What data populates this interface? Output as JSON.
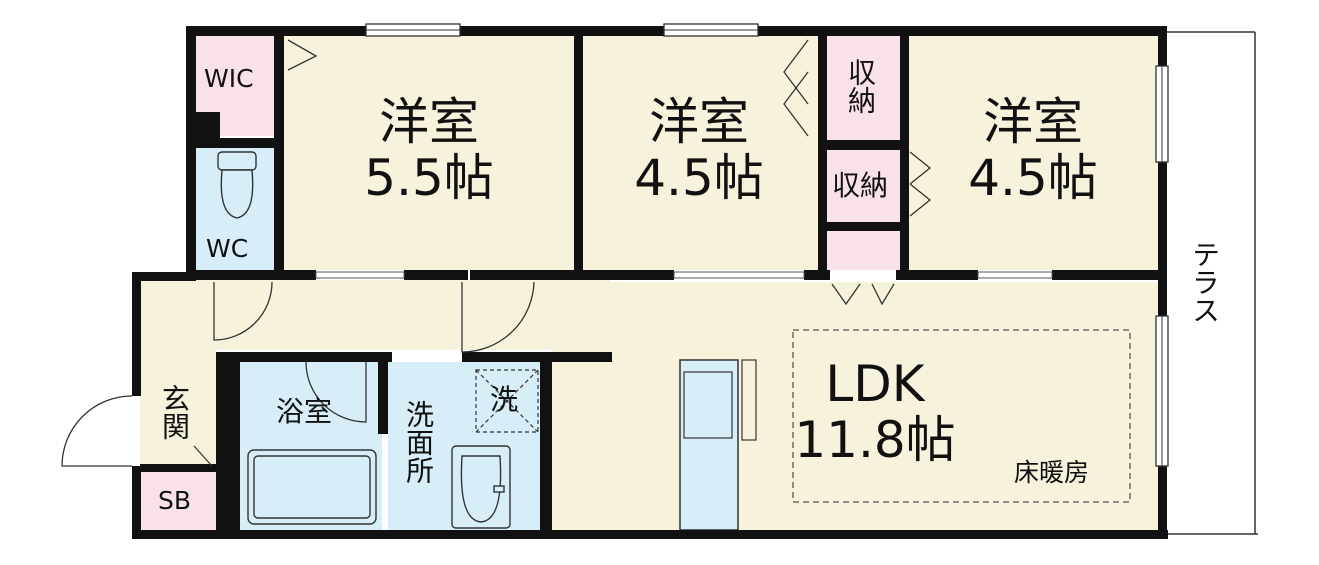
{
  "colors": {
    "wall": "#111111",
    "room_beige": "#f7f2dc",
    "wet_blue": "#d7eef8",
    "storage_pink": "#f9e1ea",
    "background": "#ffffff"
  },
  "rooms": {
    "wic": "WIC",
    "western1": {
      "name": "洋室",
      "size": "5.5帖"
    },
    "western2": {
      "name": "洋室",
      "size": "4.5帖"
    },
    "western3": {
      "name": "洋室",
      "size": "4.5帖"
    },
    "storage1": "収納",
    "storage2": "収納",
    "wc": "WC",
    "ldk": {
      "name": "LDK",
      "size": "11.8帖",
      "note": "床暖房"
    },
    "bath": "浴室",
    "washroom": "洗面所",
    "washer": "洗",
    "entrance": "玄関",
    "shoebox": "SB",
    "terrace": "テラス"
  }
}
